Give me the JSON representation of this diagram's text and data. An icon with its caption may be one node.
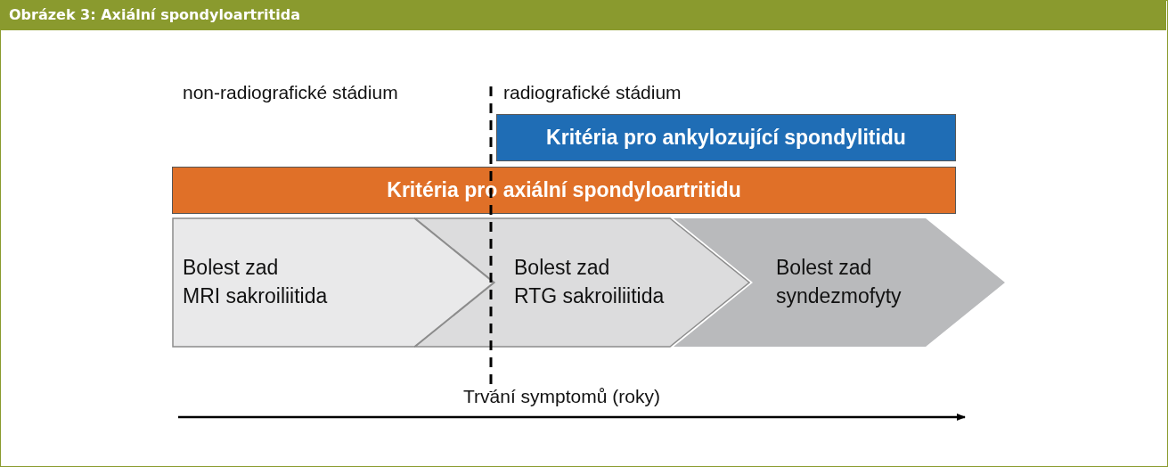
{
  "diagram": {
    "title": "Obrázek 3: Axiální spondyloartritida",
    "nodes": [
      {
        "text": [
          "Kritéria pro ankylozující spondylitidu"
        ]
      },
      {
        "text": [
          "Kritéria pro axiální spondyloartritidu"
        ]
      },
      {
        "text": [
          "Bolest zad",
          "MRI sakroiliitida"
        ]
      },
      {
        "text": [
          "Bolest zad",
          "RTG sakroiliitida"
        ]
      },
      {
        "text": [
          "Bolest zad",
          "syndezmofyty"
        ]
      }
    ],
    "edges": [],
    "labels": [
      "non-radiografické stádium",
      "radiografické stádium",
      "Trvání symptomů (roky)"
    ]
  }
}
